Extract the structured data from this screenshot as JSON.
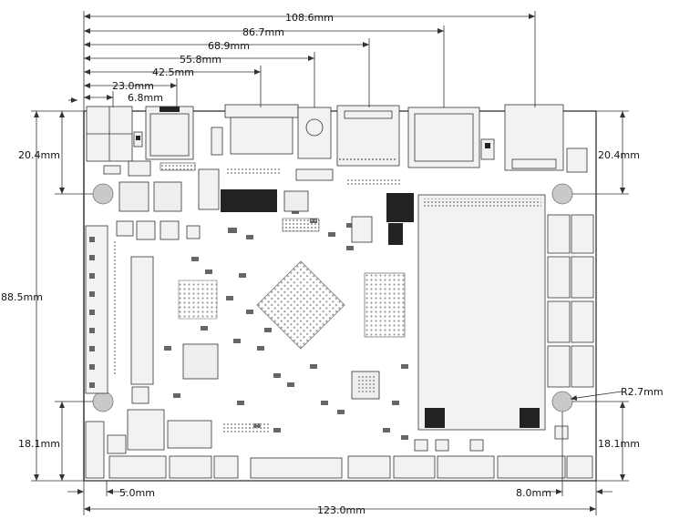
{
  "dimensions": {
    "width_total": "108.6mm",
    "d_86_7": "86.7mm",
    "d_68_9": "68.9mm",
    "d_55_8": "55.8mm",
    "d_42_5": "42.5mm",
    "d_23_0": "23.0mm",
    "d_6_8": "6.8mm",
    "left_20_4": "20.4mm",
    "right_20_4": "20.4mm",
    "height_total": "88.5mm",
    "left_18_1": "18.1mm",
    "right_18_1": "18.1mm",
    "radius": "R2.7mm",
    "bottom_5_0": "5.0mm",
    "bottom_8_0": "8.0mm",
    "bottom_total": "123.0mm"
  },
  "colors": {
    "line": "#333333",
    "component_dark": "#222222",
    "hole": "#c9c9c9"
  }
}
